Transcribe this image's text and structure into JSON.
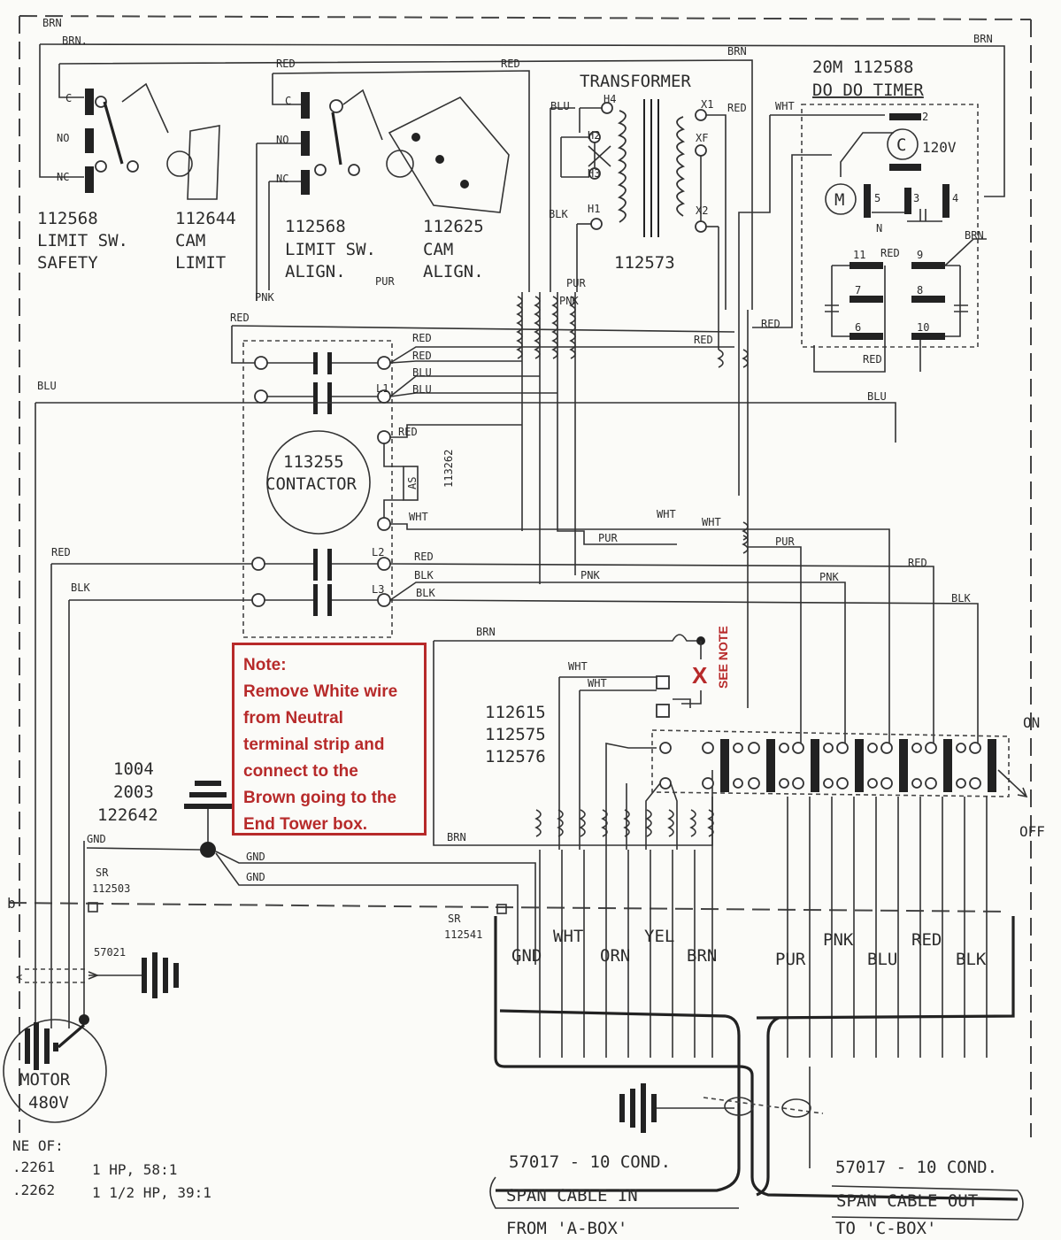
{
  "wire_labels": {
    "brn": "BRN",
    "brn_dot": "BRN.",
    "red": "RED",
    "blu": "BLU",
    "blk": "BLK",
    "wht": "WHT",
    "pur": "PUR",
    "pnk": "PNK",
    "gnd": "GND",
    "orn": "ORN",
    "yel": "YEL"
  },
  "switch1": {
    "part": "112568",
    "name1": "LIMIT SW.",
    "name2": "SAFETY",
    "c": "C",
    "no": "NO",
    "nc": "NC"
  },
  "cam1": {
    "part": "112644",
    "name1": "CAM",
    "name2": "LIMIT"
  },
  "switch2": {
    "part": "112568",
    "name1": "LIMIT SW.",
    "name2": "ALIGN.",
    "c": "C",
    "no": "NO",
    "nc": "NC"
  },
  "cam2": {
    "part": "112625",
    "name1": "CAM",
    "name2": "ALIGN."
  },
  "transformer": {
    "title": "TRANSFORMER",
    "part": "112573",
    "h1": "H1",
    "h2": "H2",
    "h3": "H3",
    "h4": "H4",
    "x1": "X1",
    "xf": "XF",
    "x2": "X2"
  },
  "timer": {
    "part": "20M 112588",
    "name": "DO DO TIMER",
    "voltage": "120V",
    "c": "C",
    "m": "M",
    "t2": "2",
    "t3": "3",
    "t4": "4",
    "t5": "5",
    "t6": "6",
    "t7": "7",
    "t8": "8",
    "t9": "9",
    "t10": "10",
    "t11": "11"
  },
  "contactor": {
    "part": "113255",
    "name": "CONTACTOR",
    "aux_part": "113262",
    "aux": "AS",
    "l1": "L1",
    "l2": "L2",
    "l3": "L3"
  },
  "note": {
    "title": "Note:",
    "lines": [
      "Remove White wire",
      "from Neutral",
      "terminal strip and",
      "connect to the",
      "Brown going to the",
      "End Tower box."
    ],
    "see_note": "SEE NOTE",
    "mark": "X"
  },
  "terminal_block": {
    "parts": [
      "112615",
      "112575",
      "112576"
    ],
    "on": "ON",
    "off": "OFF"
  },
  "ground": {
    "parts": [
      "1004",
      "2003",
      "122642"
    ],
    "sr1": "SR",
    "sr1_part": "112503",
    "sr2": "SR",
    "sr2_part": "112541",
    "motor_gnd_part": "57021"
  },
  "motor": {
    "name": "MOTOR",
    "voltage": "480V"
  },
  "bottom_labels_in": [
    "GND",
    "WHT",
    "ORN",
    "YEL",
    "BRN"
  ],
  "bottom_labels_out": [
    "PUR",
    "PNK",
    "BLU",
    "RED",
    "BLK"
  ],
  "cable_in": {
    "spec": "57017 - 10 COND.",
    "name": "SPAN CABLE IN",
    "from": "FROM 'A-BOX'"
  },
  "cable_out": {
    "spec": "57017 - 10 COND.",
    "name": "SPAN CABLE OUT",
    "to": "TO 'C-BOX'"
  },
  "legend": {
    "title": "NE OF:",
    "rows": [
      {
        "part": ".2261",
        "spec": "1 HP, 58:1"
      },
      {
        "part": ".2262",
        "spec": "1 1/2 HP, 39:1"
      }
    ]
  }
}
